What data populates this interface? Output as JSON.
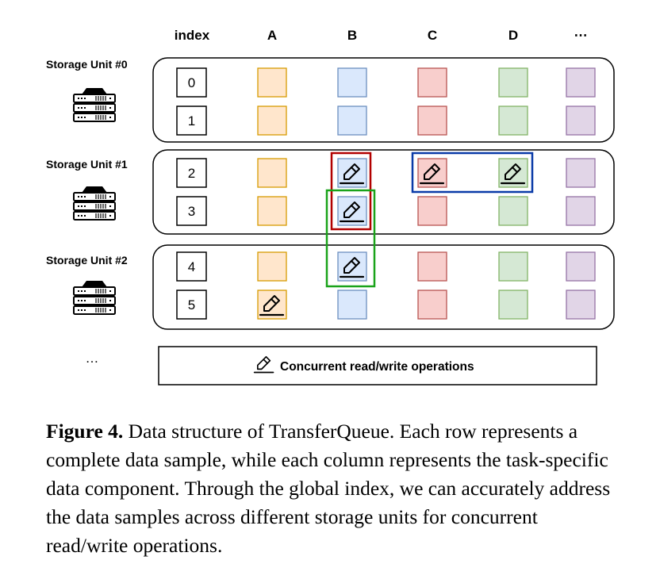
{
  "columns": {
    "index_header": "index",
    "headers": [
      "A",
      "B",
      "C",
      "D",
      "⋯"
    ]
  },
  "storage_units": [
    {
      "label": "Storage Unit #0",
      "rows": [
        "0",
        "1"
      ]
    },
    {
      "label": "Storage Unit #1",
      "rows": [
        "2",
        "3"
      ]
    },
    {
      "label": "Storage Unit #2",
      "rows": [
        "4",
        "5"
      ]
    }
  ],
  "more_units": "…",
  "legend": {
    "label": "Concurrent read/write operations",
    "icon": "pencil-icon"
  },
  "colors": {
    "A": {
      "fill": "#ffe6cc",
      "stroke": "#d79b00"
    },
    "B": {
      "fill": "#dae8fc",
      "stroke": "#6c8ebf"
    },
    "C": {
      "fill": "#f8cecc",
      "stroke": "#b85450"
    },
    "D": {
      "fill": "#d5e8d4",
      "stroke": "#82b366"
    },
    "E": {
      "fill": "#e1d5e7",
      "stroke": "#9673a6"
    },
    "highlight_red": "#b20000",
    "highlight_green": "#1aa31a",
    "highlight_blue": "#0a3ba8"
  },
  "writes": [
    {
      "row": 2,
      "col": "B"
    },
    {
      "row": 2,
      "col": "C"
    },
    {
      "row": 2,
      "col": "D"
    },
    {
      "row": 3,
      "col": "B"
    },
    {
      "row": 4,
      "col": "B"
    },
    {
      "row": 5,
      "col": "A"
    }
  ],
  "caption": {
    "label": "Figure 4.",
    "text": "Data structure of TransferQueue. Each row represents a complete data sample, while each column represents the task-specific data component. Through the global index, we can accurately address the data samples across different storage units for concurrent read/write operations."
  }
}
